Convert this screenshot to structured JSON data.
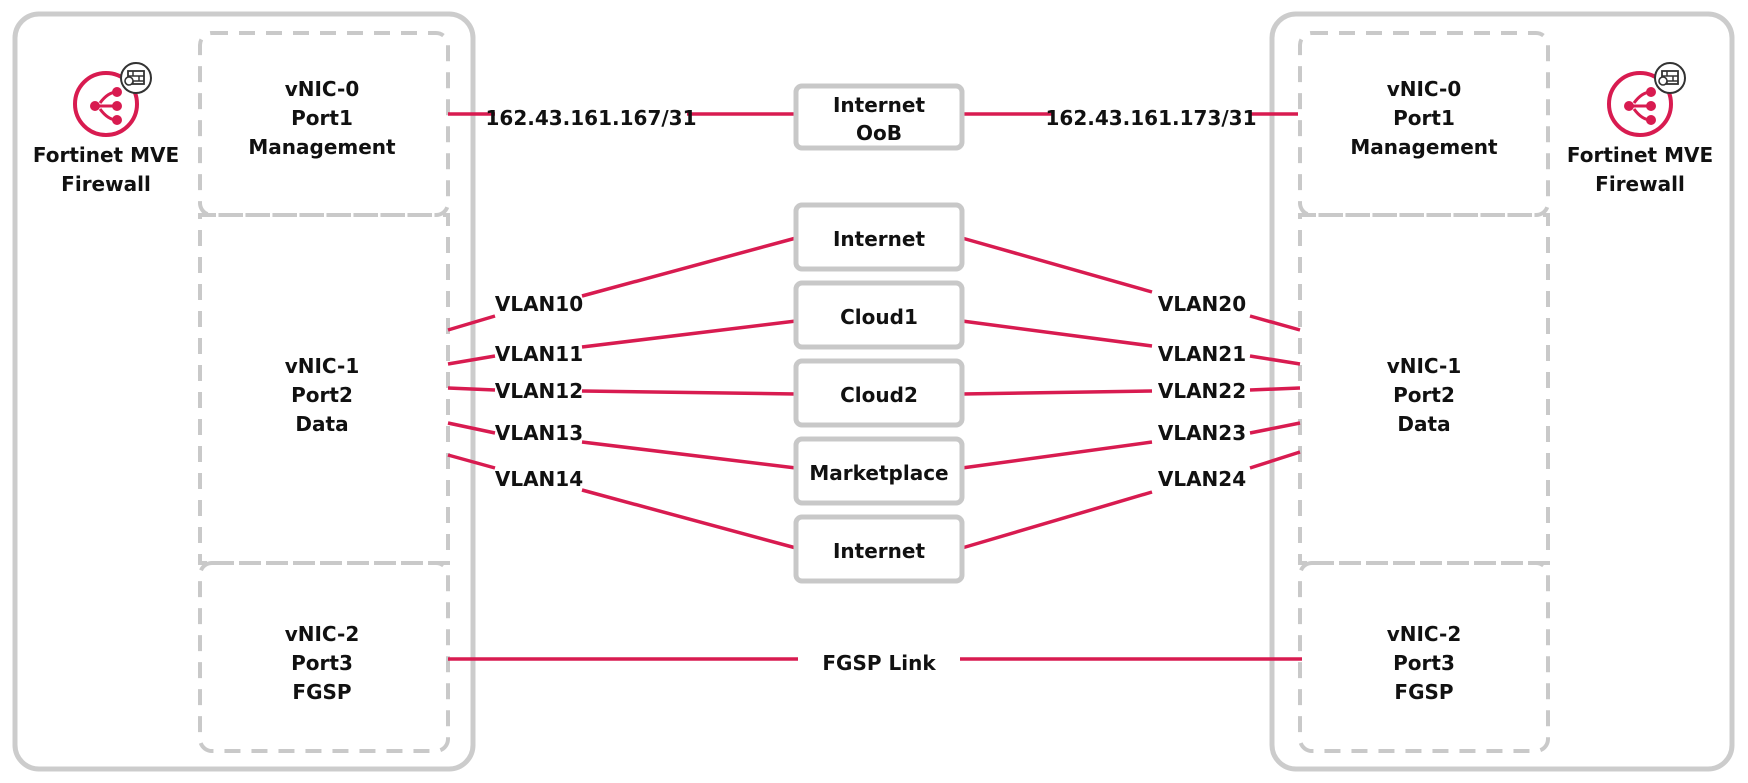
{
  "colors": {
    "accent": "#d81b50",
    "border": "#c8c8c8",
    "text": "#111111"
  },
  "firewalls": [
    {
      "name_line1": "Fortinet MVE",
      "name_line2": "Firewall",
      "icon": "fortinet-share-icon",
      "nics": [
        {
          "lines": [
            "vNIC-0",
            "Port1",
            "Management"
          ]
        },
        {
          "lines": [
            "vNIC-1",
            "Port2",
            "Data"
          ]
        },
        {
          "lines": [
            "vNIC-2",
            "Port3",
            "FGSP"
          ]
        }
      ]
    },
    {
      "name_line1": "Fortinet MVE",
      "name_line2": "Firewall",
      "icon": "fortinet-share-icon",
      "nics": [
        {
          "lines": [
            "vNIC-0",
            "Port1",
            "Management"
          ]
        },
        {
          "lines": [
            "vNIC-1",
            "Port2",
            "Data"
          ]
        },
        {
          "lines": [
            "vNIC-2",
            "Port3",
            "FGSP"
          ]
        }
      ]
    }
  ],
  "oob": {
    "left_ip": "162.43.161.167/31",
    "right_ip": "162.43.161.173/31",
    "box_line1": "Internet",
    "box_line2": "OoB"
  },
  "services": [
    "Internet",
    "Cloud1",
    "Cloud2",
    "Marketplace",
    "Internet"
  ],
  "vlans_left": [
    "VLAN10",
    "VLAN11",
    "VLAN12",
    "VLAN13",
    "VLAN14"
  ],
  "vlans_right": [
    "VLAN20",
    "VLAN21",
    "VLAN22",
    "VLAN23",
    "VLAN24"
  ],
  "fgsp_label": "FGSP Link"
}
